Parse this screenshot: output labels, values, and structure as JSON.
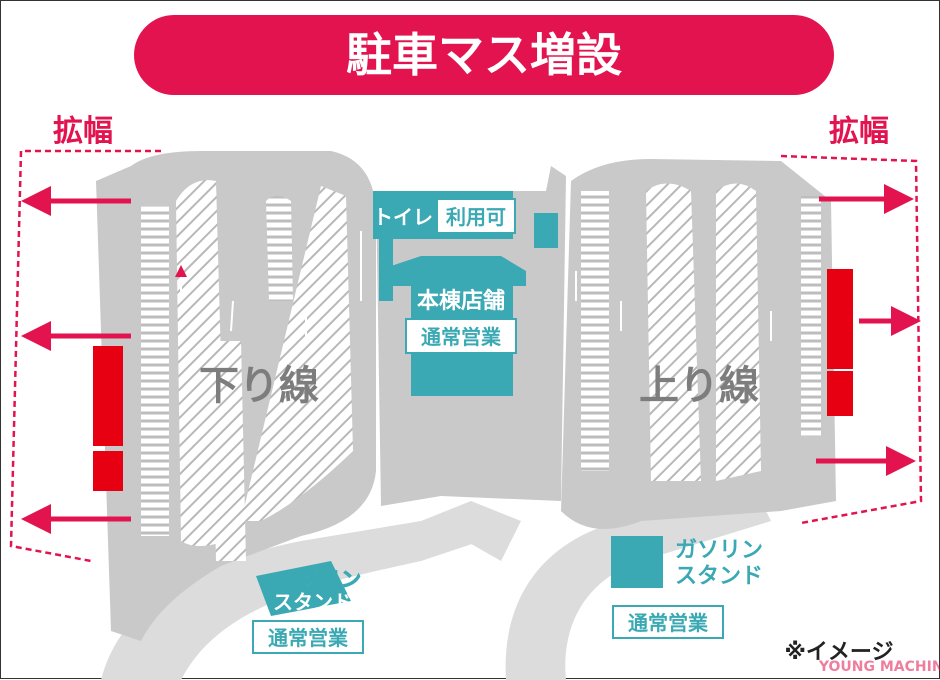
{
  "title": "駐車マス増設",
  "expand_left_label": "拡幅",
  "expand_right_label": "拡幅",
  "down_line_label": "下り線",
  "up_line_label": "上り線",
  "toilet_label": "トイレ",
  "toilet_status": "利用可",
  "main_building_label": "本棟店舗",
  "main_building_status": "通常営業",
  "gas_left_label_1": "ガソリン",
  "gas_left_label_2": "スタンド",
  "gas_left_status": "通常営業",
  "gas_right_label_1": "ガソリン",
  "gas_right_label_2": "スタンド",
  "gas_right_status": "通常営業",
  "note": "※イメージ",
  "watermark": "YOUNG MACHINE",
  "colors": {
    "accent": "#e2134e",
    "red_block": "#e60012",
    "teal": "#3ba9b4",
    "area_gray": "#c8c8c8",
    "road_gray": "#d9d9d9",
    "text_gray": "#7d7d7d"
  }
}
